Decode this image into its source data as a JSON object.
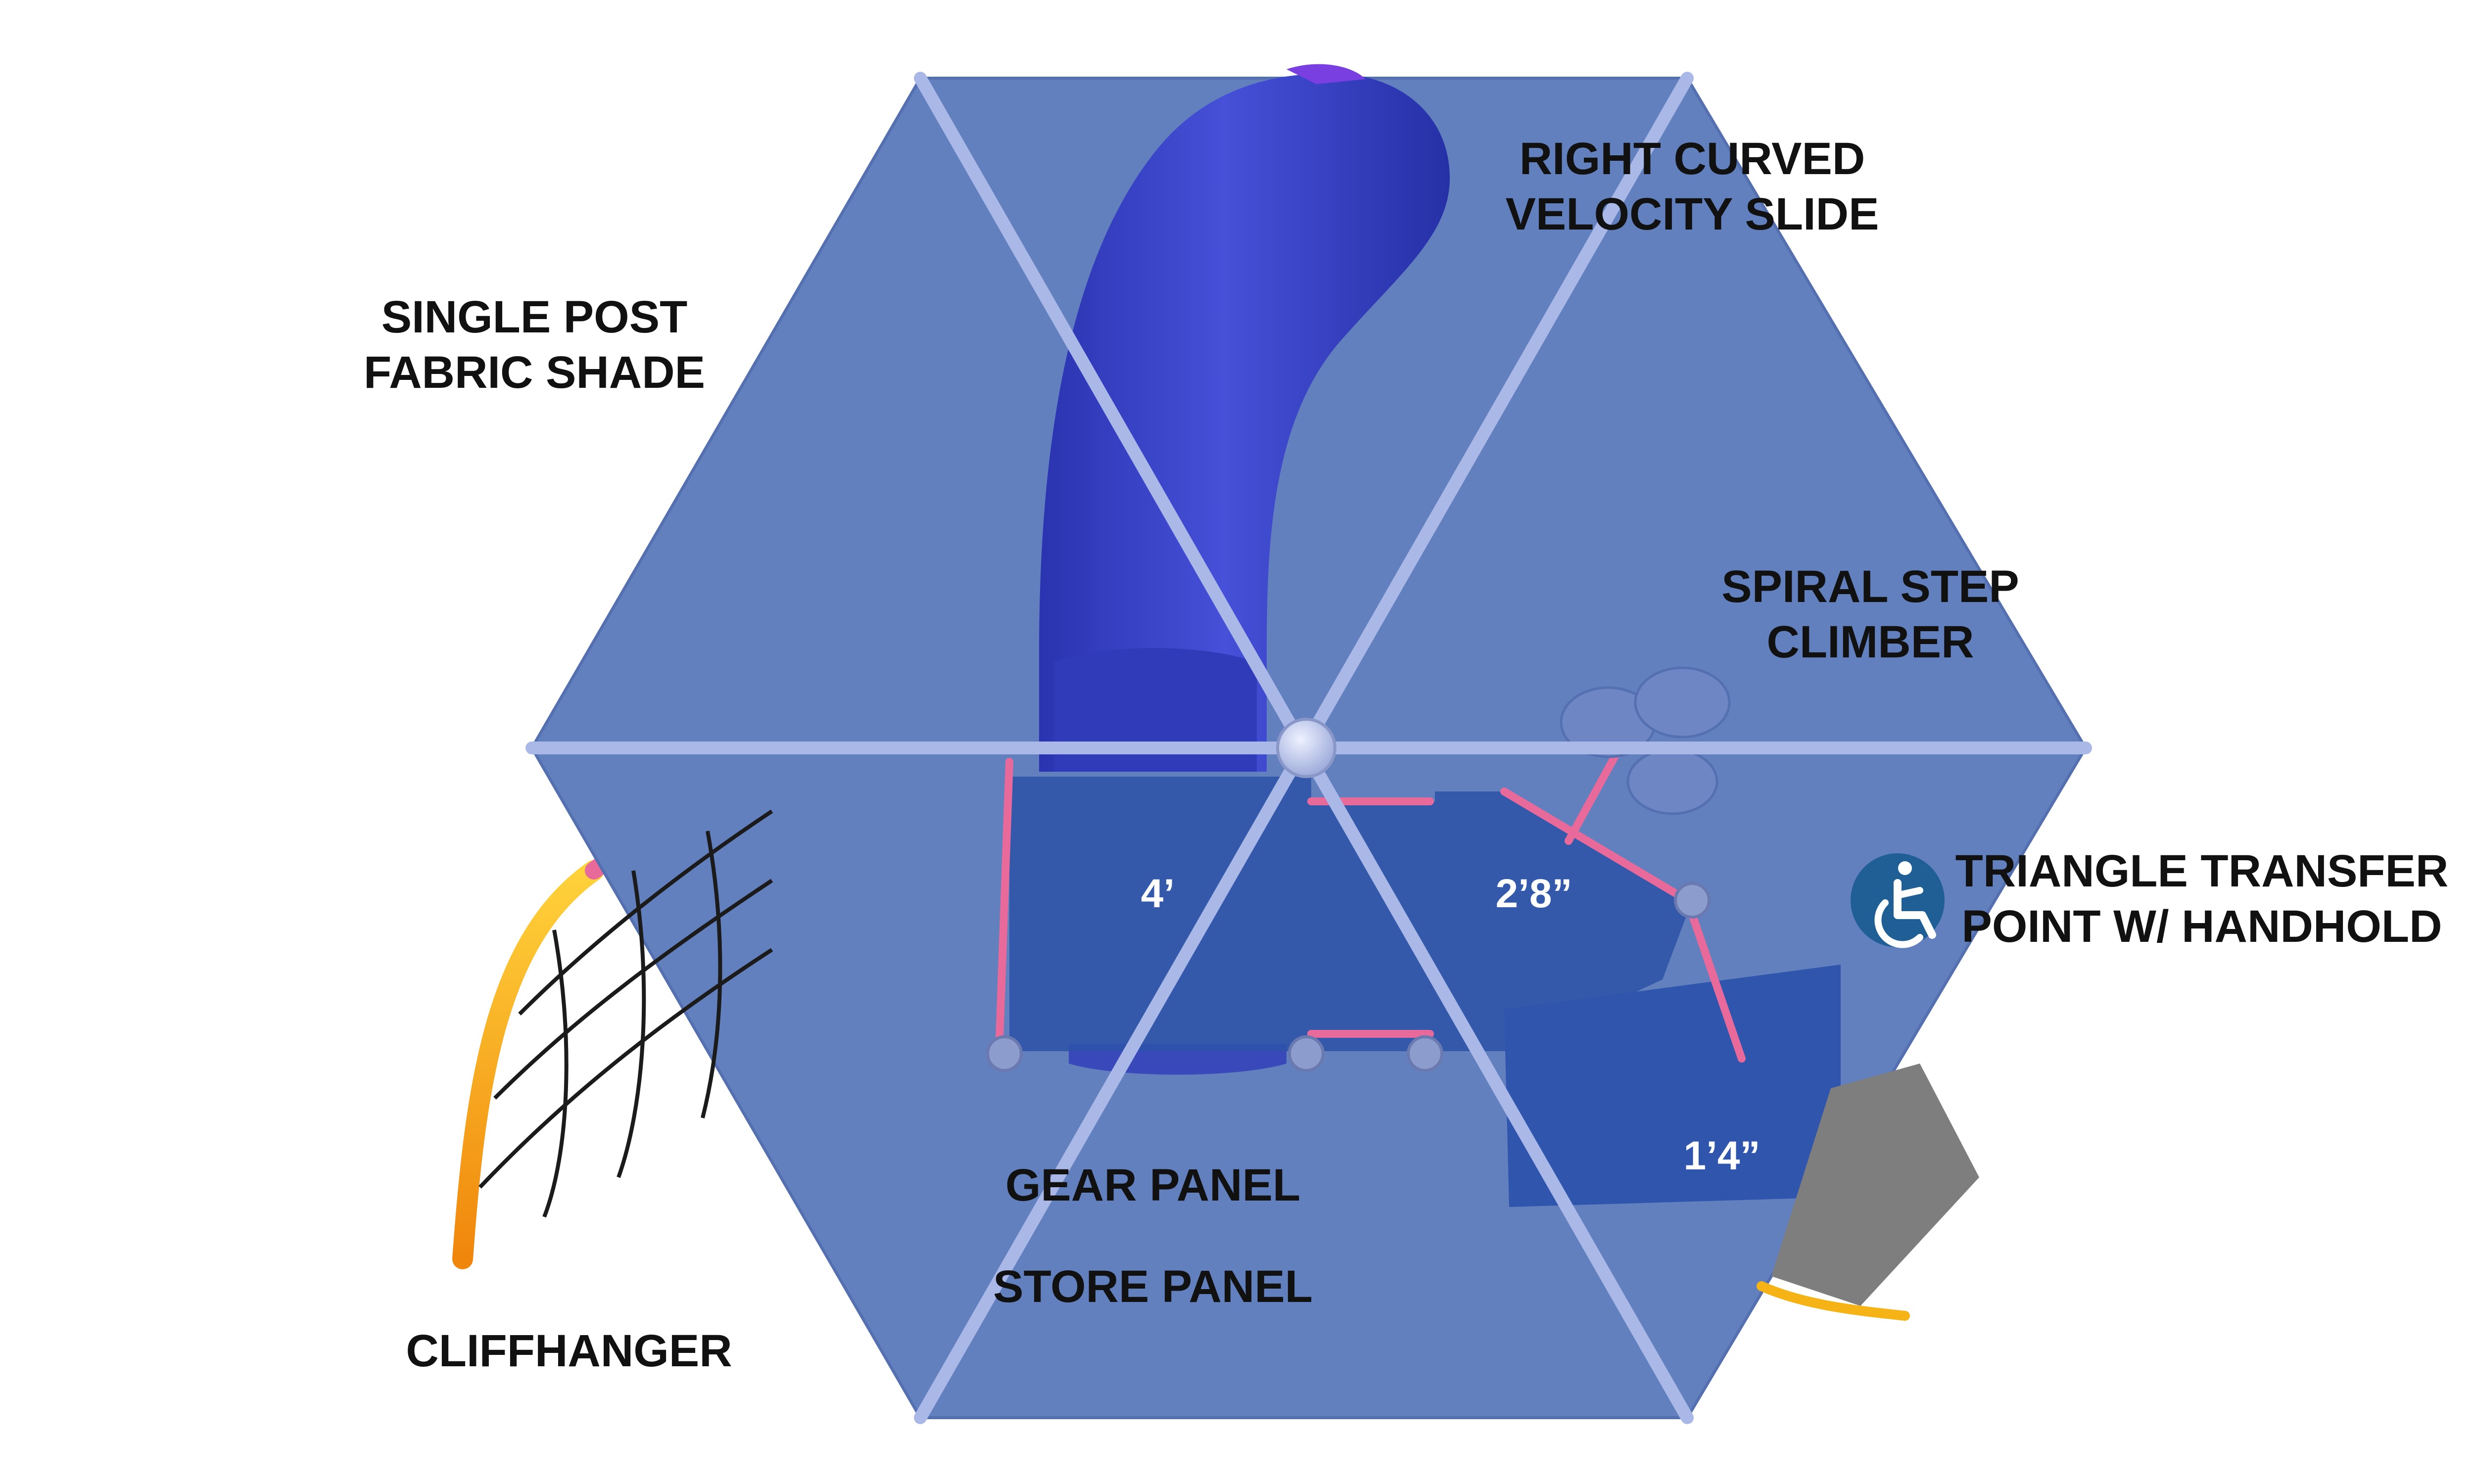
{
  "labels": {
    "shade": [
      "SINGLE POST",
      "FABRIC SHADE"
    ],
    "slide": [
      "RIGHT CURVED",
      "VELOCITY SLIDE"
    ],
    "spiral": [
      "SPIRAL STEP",
      "CLIMBER"
    ],
    "transfer": [
      "TRIANGLE TRANSFER",
      "POINT W/ HANDHOLD"
    ],
    "gear_panel": "GEAR PANEL",
    "store_panel": "STORE PANEL",
    "cliffhanger": "CLIFFHANGER"
  },
  "dimensions": {
    "deck_left": "4’",
    "deck_right": "2’8”",
    "transfer_step": "1’4”"
  },
  "colors": {
    "shade_fabric": "#6280bd",
    "shade_frame": "#a9b8e6",
    "slide": "#3340c2",
    "deck": "#2d52a8",
    "rail": "#e86a9a",
    "cliffhanger_bar": "#f5b316",
    "net_rope": "#1b1b1b",
    "accessibility_badge": "#1f5f96",
    "transfer_gray": "#7e7e7e"
  },
  "icons": {
    "accessibility": "wheelchair-accessibility-icon",
    "post": "center-post-icon"
  }
}
